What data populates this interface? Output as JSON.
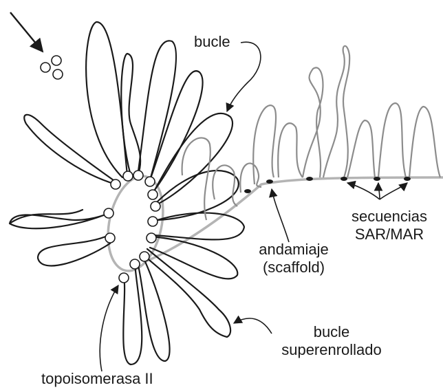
{
  "labels": {
    "bucle": "bucle",
    "andamiaje_1": "andamiaje",
    "andamiaje_2": "(scaffold)",
    "secuencias_1": "secuencias",
    "secuencias_2": "SAR/MAR",
    "superenrollado_1": "bucle",
    "superenrollado_2": "superenrollado",
    "topoisomerasa": "topoisomerasa II"
  },
  "colors": {
    "dark_strand": "#1a1a1a",
    "light_strand": "#8c8c8c",
    "scaffold": "#b4b4b4",
    "protein_fill": "#ffffff"
  }
}
